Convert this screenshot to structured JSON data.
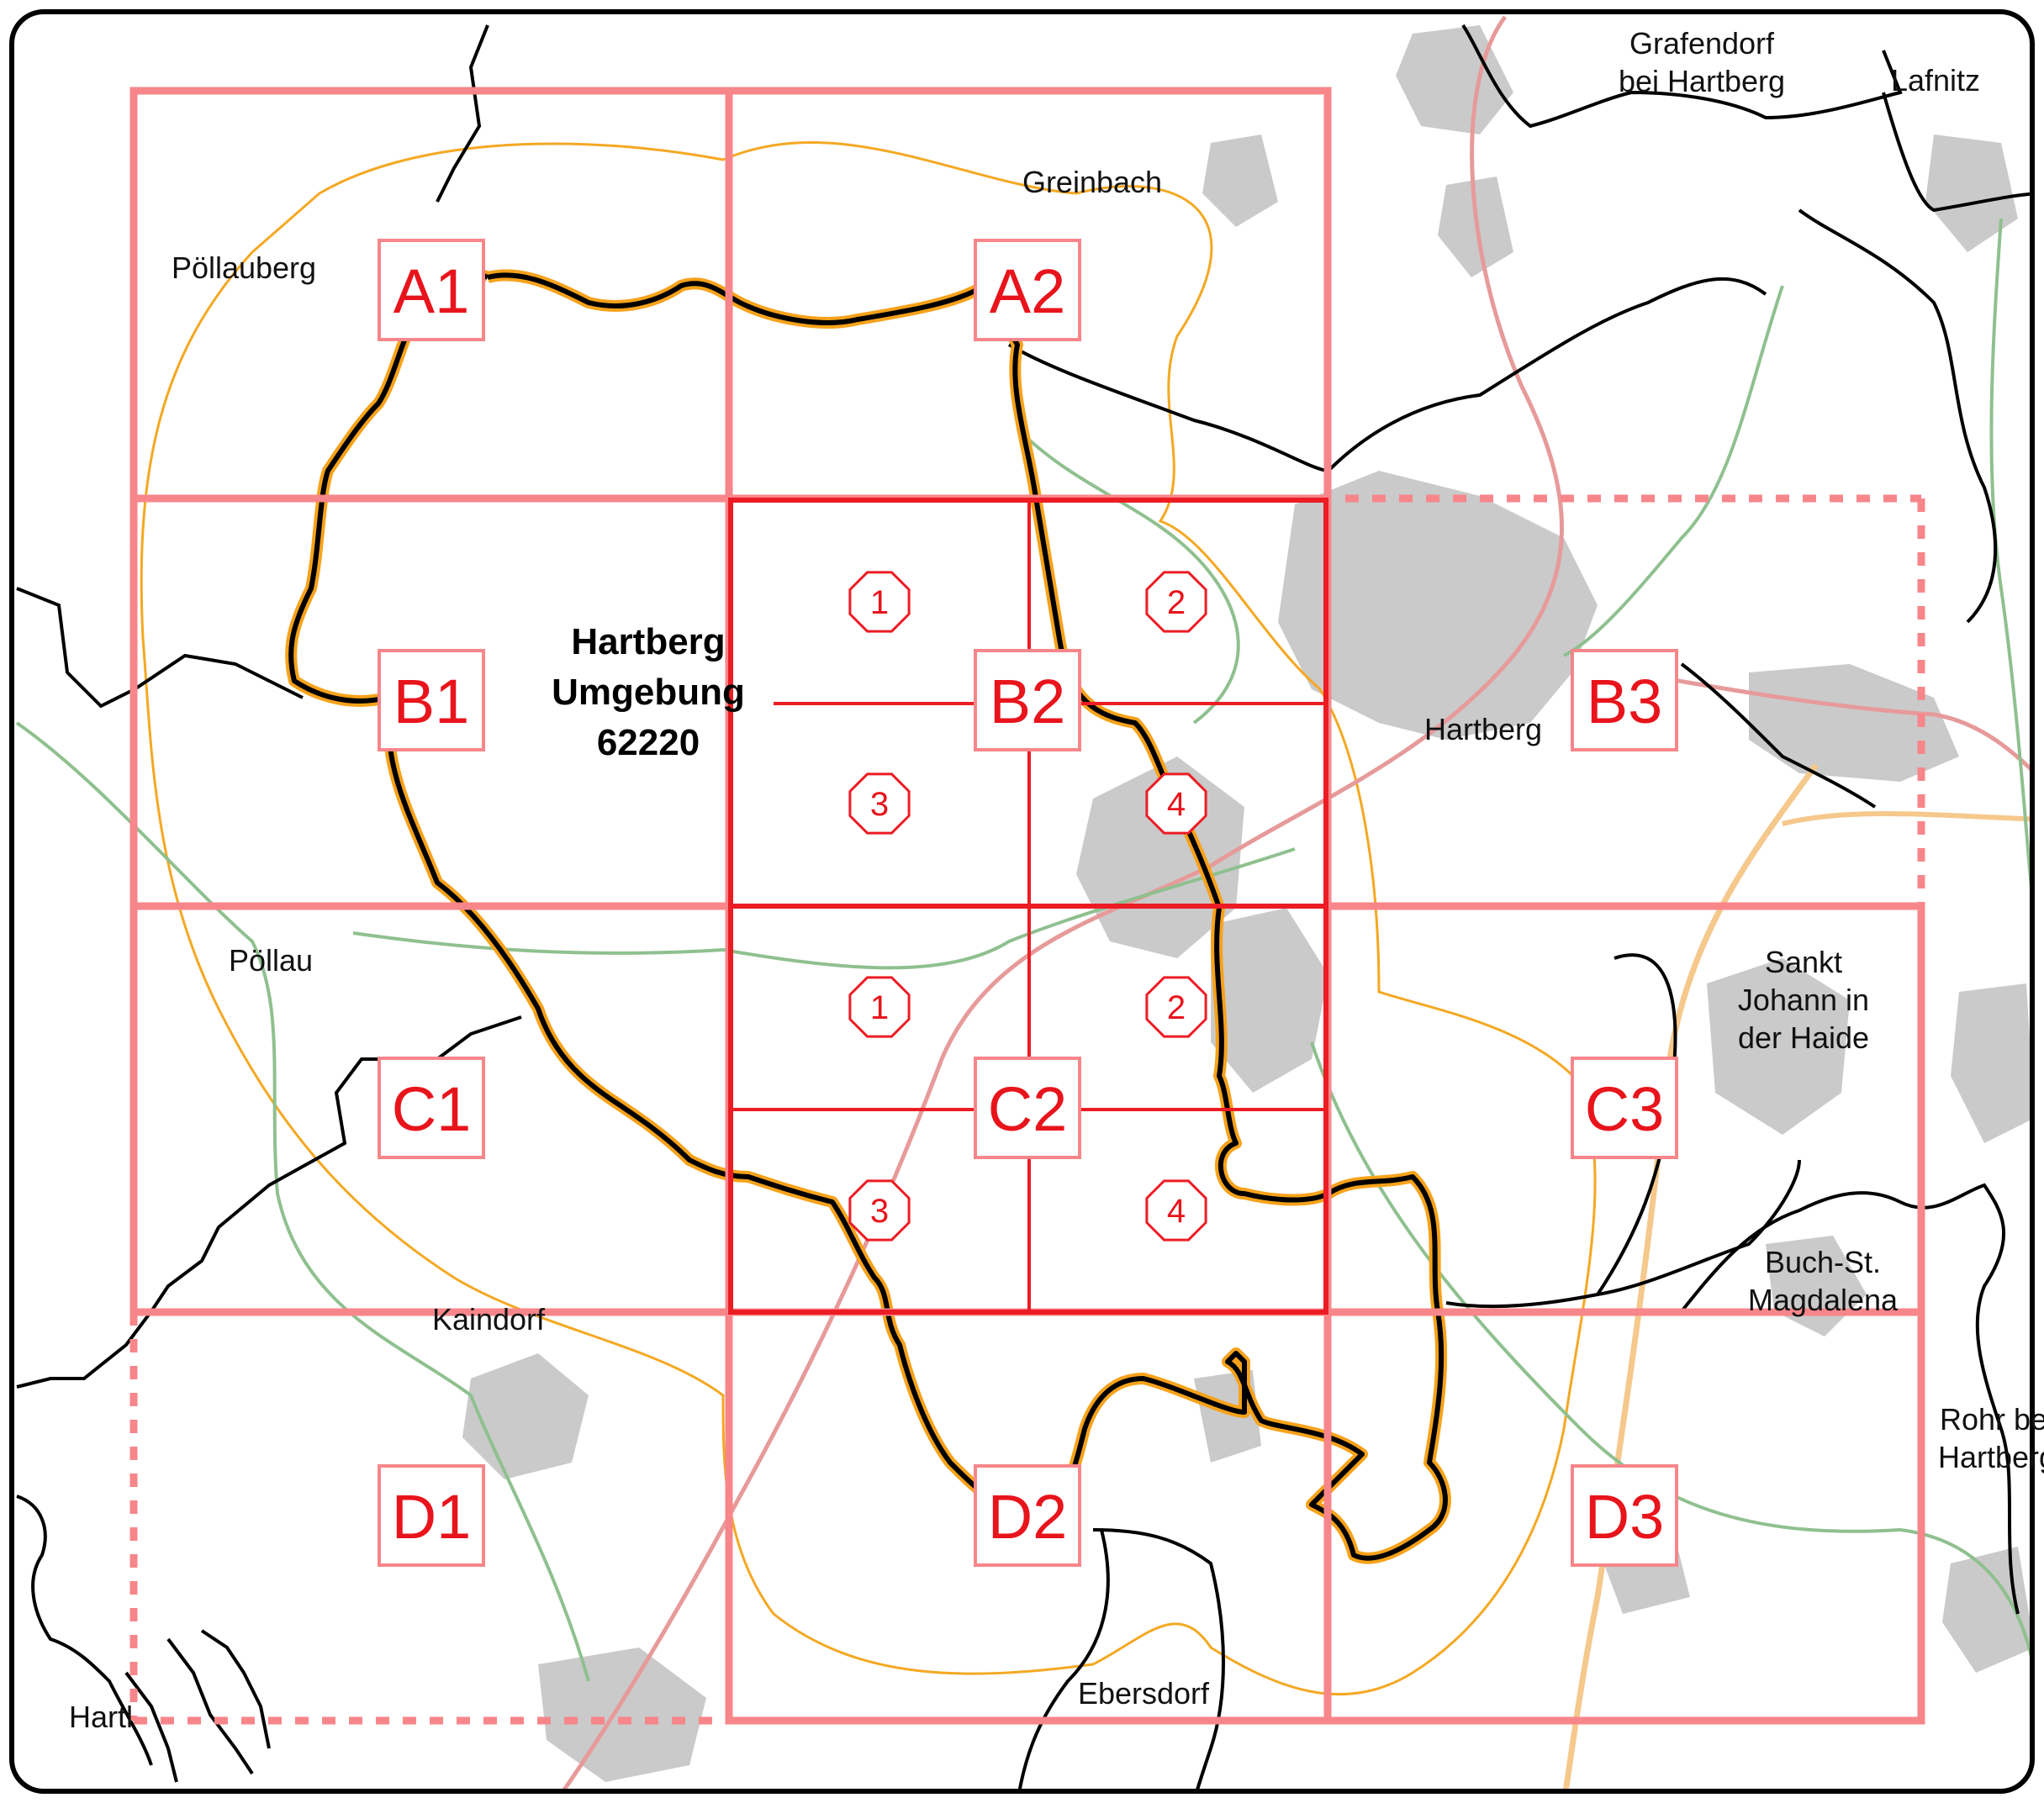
{
  "title": {
    "lines": [
      "Hartberg",
      "Umgebung",
      "62220"
    ]
  },
  "colors": {
    "grid_outer": "#f7868a",
    "grid_focus": "#ec1c24",
    "label_text": "#e8141c",
    "boundary": "#000000",
    "boundary_highlight": "#f7a21b",
    "road_red": "#e79a9a",
    "road_green": "#8fc08f",
    "buffer_line": "#f4a823",
    "settlement": "#c9c9c9"
  },
  "cells": [
    {
      "id": "A1"
    },
    {
      "id": "A2"
    },
    {
      "id": "B1"
    },
    {
      "id": "B2"
    },
    {
      "id": "B3"
    },
    {
      "id": "C1"
    },
    {
      "id": "C2"
    },
    {
      "id": "C3"
    },
    {
      "id": "D1"
    },
    {
      "id": "D2"
    },
    {
      "id": "D3"
    }
  ],
  "subcells": {
    "B2": [
      "1",
      "2",
      "3",
      "4"
    ],
    "C2": [
      "1",
      "2",
      "3",
      "4"
    ]
  },
  "places": [
    {
      "lines": [
        "Grafendorf",
        "bei Hartberg"
      ]
    },
    {
      "lines": [
        "Lafnitz"
      ]
    },
    {
      "lines": [
        "Greinbach"
      ]
    },
    {
      "lines": [
        "Pöllauberg"
      ]
    },
    {
      "lines": [
        "Hartberg"
      ]
    },
    {
      "lines": [
        "Pöllau"
      ]
    },
    {
      "lines": [
        "Sankt",
        "Johann in",
        "der Haide"
      ]
    },
    {
      "lines": [
        "Buch-St.",
        "Magdalena"
      ]
    },
    {
      "lines": [
        "Kaindorf"
      ]
    },
    {
      "lines": [
        "Rohr bei",
        "Hartberg"
      ]
    },
    {
      "lines": [
        "Ebersdorf"
      ]
    },
    {
      "lines": [
        "Hartl"
      ]
    }
  ]
}
